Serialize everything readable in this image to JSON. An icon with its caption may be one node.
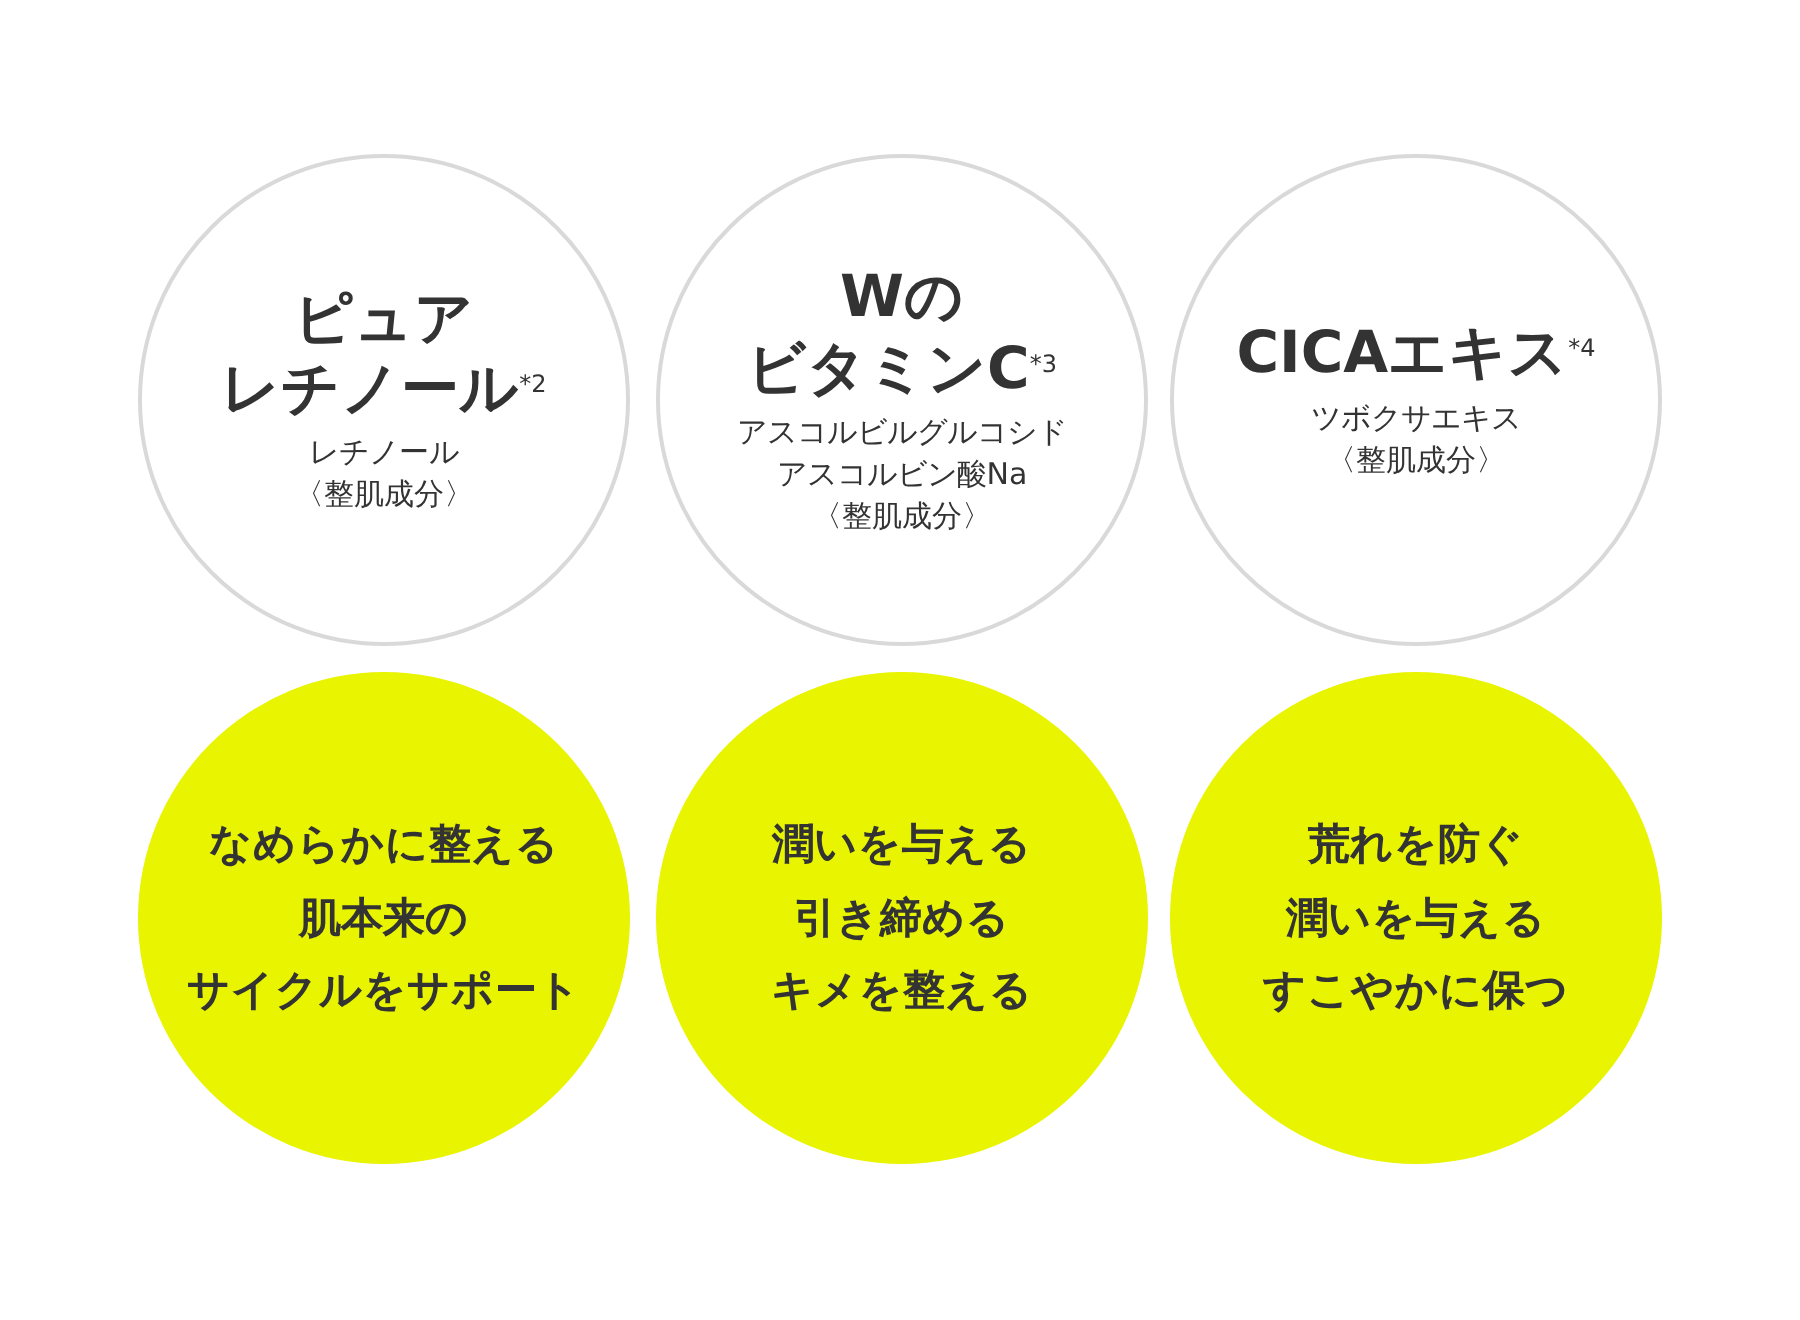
{
  "diagram": {
    "nodes": [
      {
        "text": [
          "ピュアレチノール$^{*2}$",
          "レチノール〈整肌成分〉"
        ]
      },
      {
        "text": [
          "WのビタミンC$^{*3}$",
          "アスコルビルグルコシドアスコルビン酸Na〈整肌成分〉"
        ]
      },
      {
        "text": [
          "CICAエキス$^{*4}$",
          "ツボクサエキス〈整肌成分〉"
        ]
      },
      {
        "text": [
          "なめらかに整える肌本来のサイクルをサポート"
        ]
      },
      {
        "text": [
          "潤いを与える引き締めるキメを整える"
        ]
      },
      {
        "text": [
          "荒れを防ぐ潤いを与えるすこやかに保つ"
        ]
      }
    ]
  }
}
